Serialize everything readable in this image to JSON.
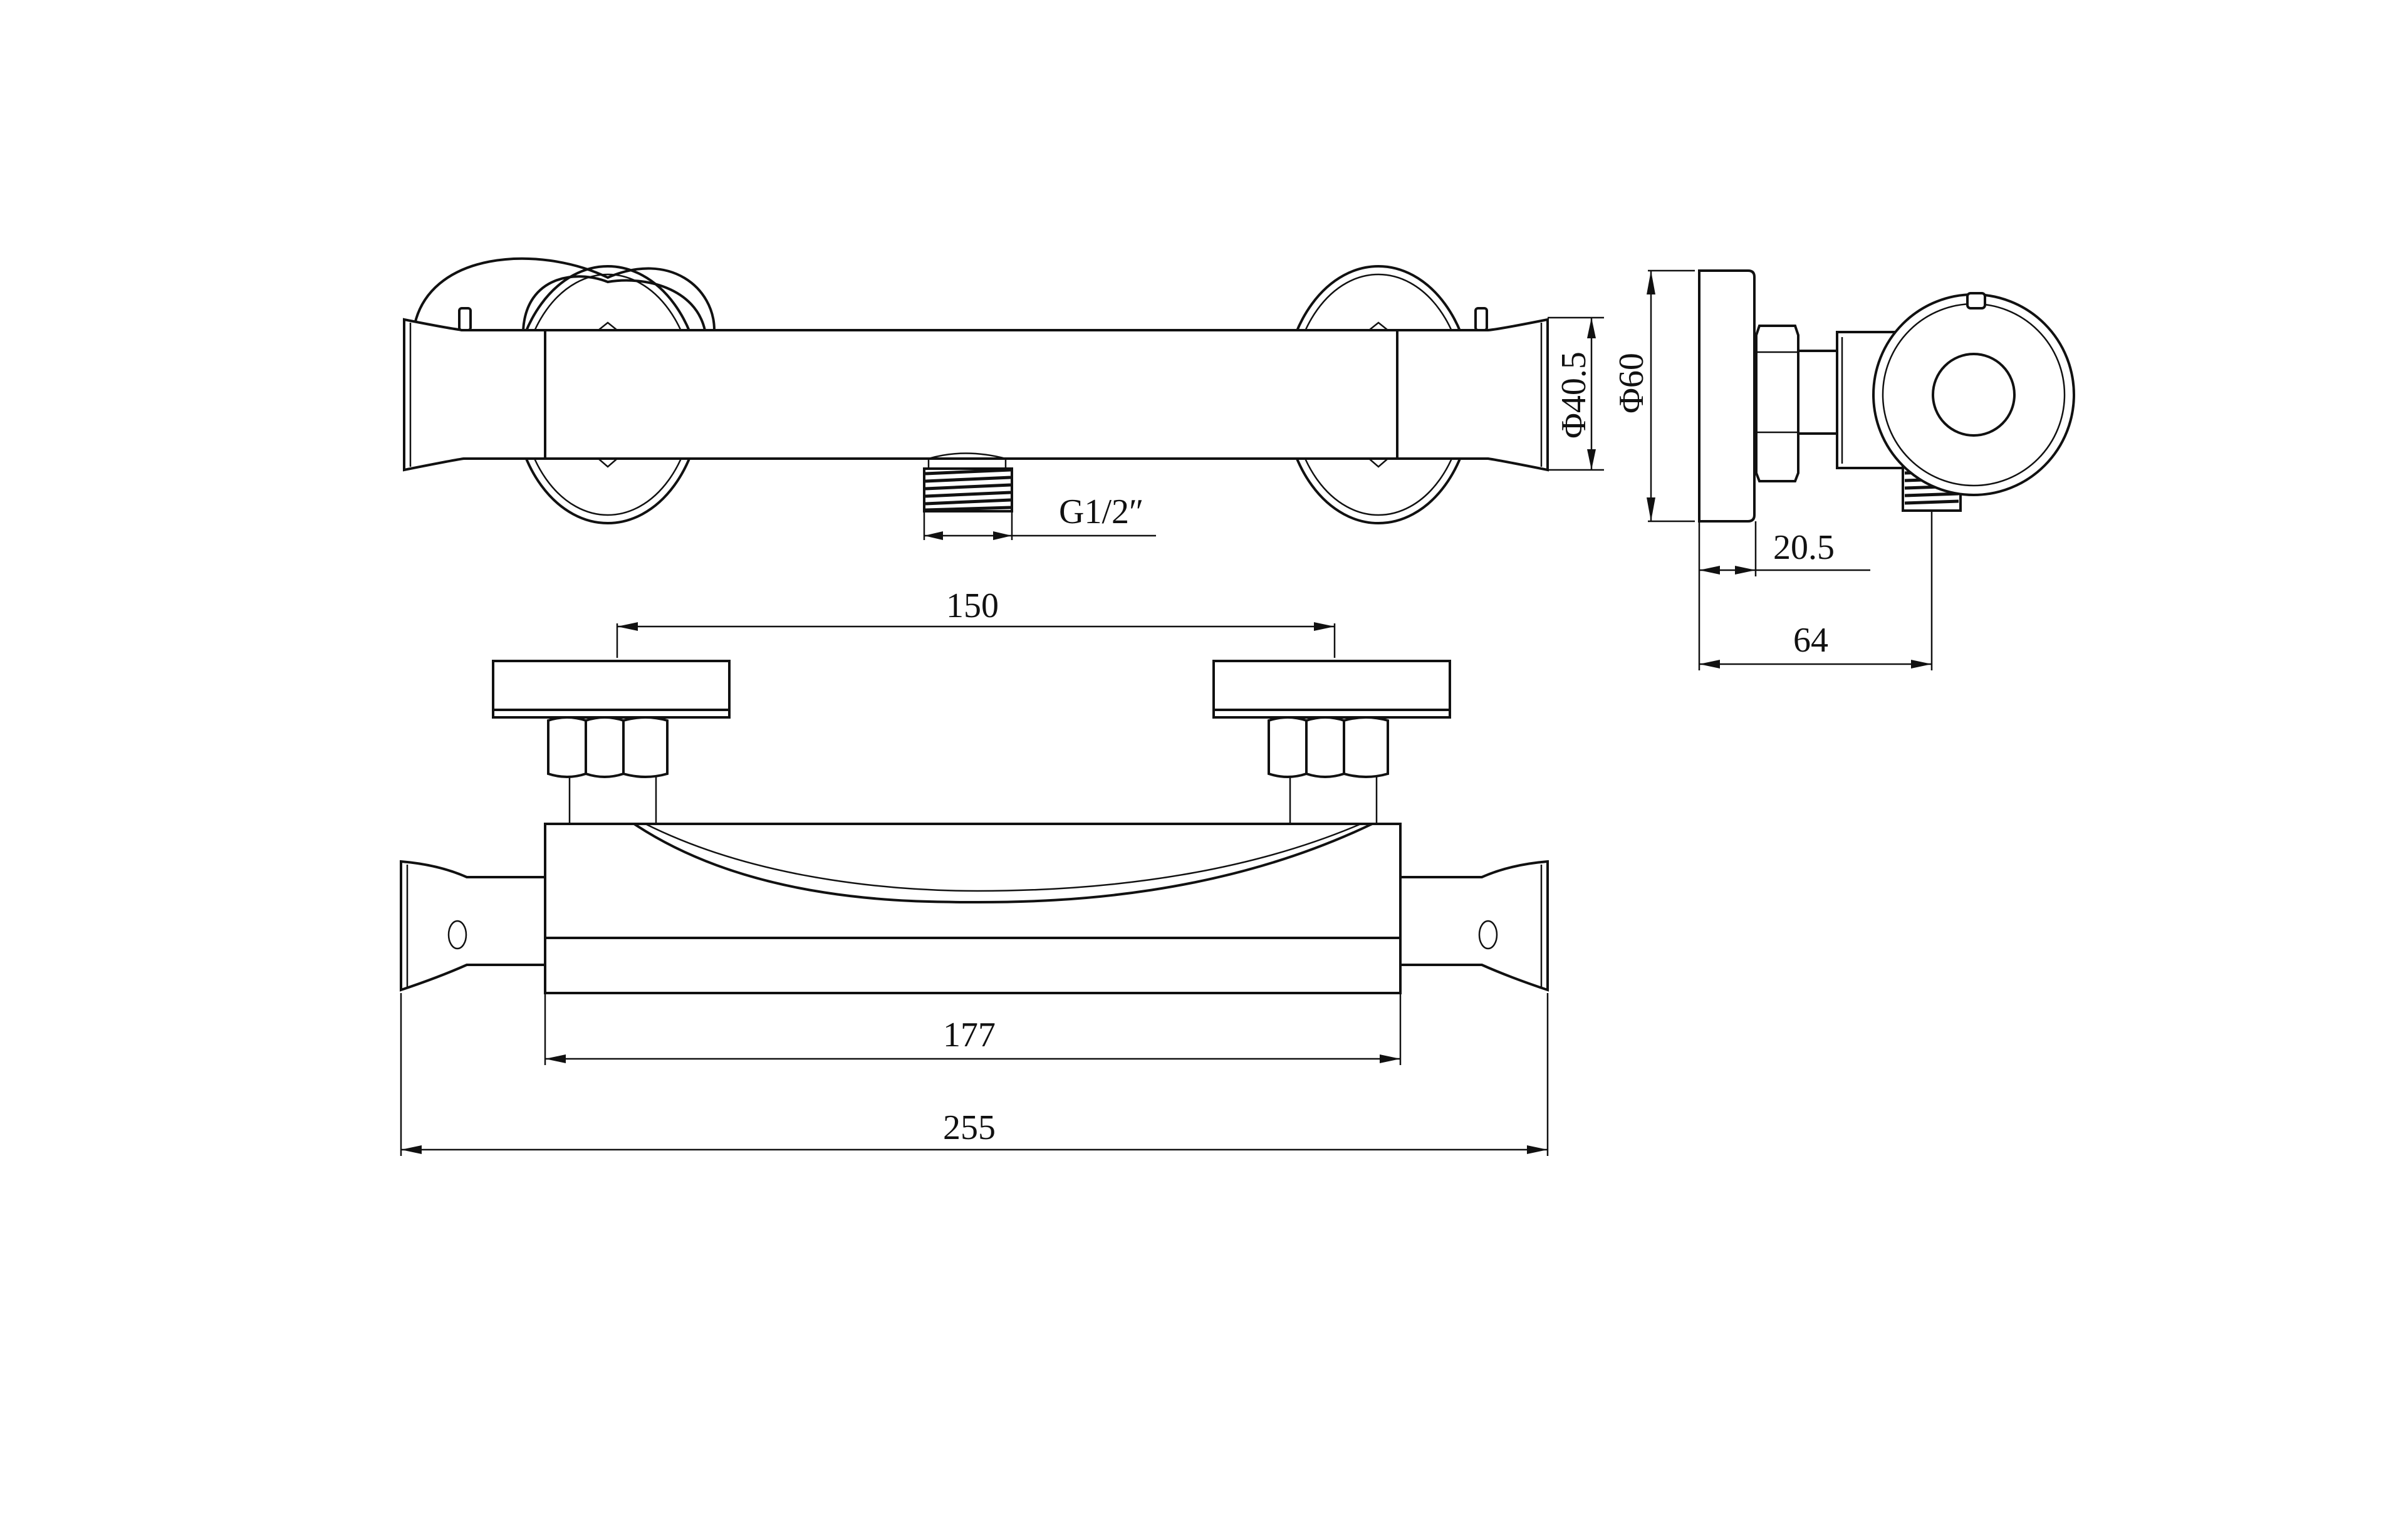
{
  "drawing": {
    "subject": "thermostatic shower bar valve technical drawing",
    "line_color": "#111111",
    "background": "#ffffff",
    "views": [
      "top-view",
      "side-view",
      "front-view"
    ]
  },
  "dimensions": {
    "thread": "G1/2″",
    "body_diameter": "Φ40.5",
    "plate_diameter": "Φ60",
    "plate_depth": "20.5",
    "projection": "64",
    "center_distance": "150",
    "body_length": "177",
    "overall_length": "255"
  }
}
